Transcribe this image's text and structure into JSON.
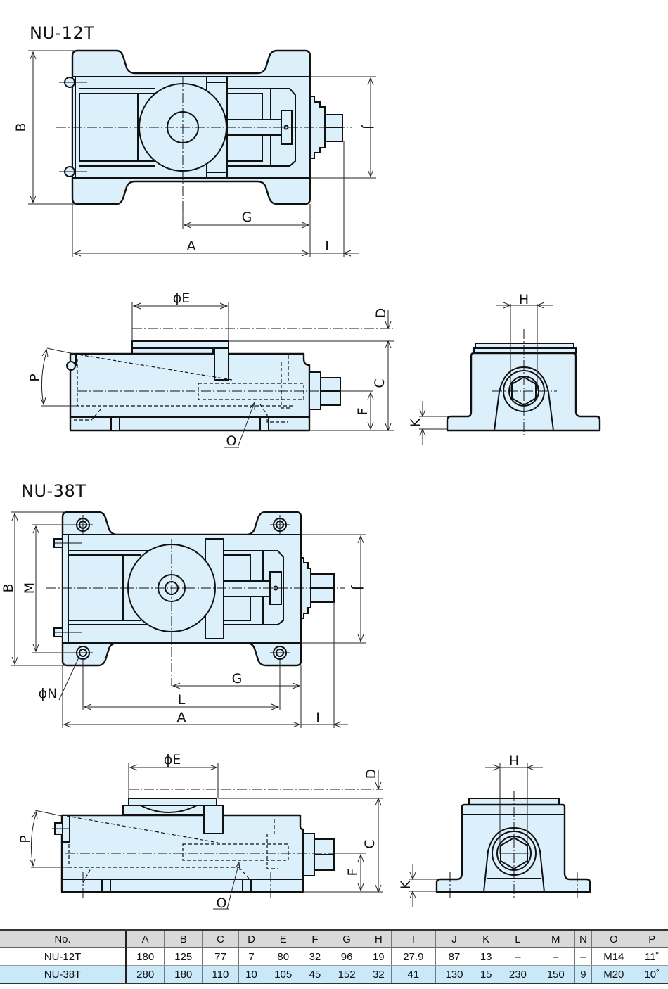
{
  "models": [
    {
      "title": "NU-12T",
      "top_view_labels": {
        "A": "A",
        "B": "B",
        "G": "G",
        "I": "I",
        "J": "J"
      },
      "side_view_labels": {
        "E": "ϕE",
        "D": "D",
        "C": "C",
        "F": "F",
        "P": "P",
        "O": "O"
      },
      "front_view_labels": {
        "H": "H",
        "K": "K"
      }
    },
    {
      "title": "NU-38T",
      "top_view_labels": {
        "A": "A",
        "B": "B",
        "G": "G",
        "I": "I",
        "J": "J",
        "L": "L",
        "M": "M",
        "N": "ϕN"
      },
      "side_view_labels": {
        "E": "ϕE",
        "D": "D",
        "C": "C",
        "F": "F",
        "P": "P",
        "O": "O"
      },
      "front_view_labels": {
        "H": "H",
        "K": "K"
      }
    }
  ],
  "colors": {
    "body_fill": "#dcf0fc",
    "table_highlight": "#c9e8f8",
    "table_header": "#d9d9d9"
  },
  "spec_table": {
    "headers": [
      "No.",
      "A",
      "B",
      "C",
      "D",
      "E",
      "F",
      "G",
      "H",
      "I",
      "J",
      "K",
      "L",
      "M",
      "N",
      "O",
      "P"
    ],
    "rows": [
      [
        "NU-12T",
        "180",
        "125",
        "77",
        "7",
        "80",
        "32",
        "96",
        "19",
        "27.9",
        "87",
        "13",
        "–",
        "–",
        "–",
        "M14",
        "11˚"
      ],
      [
        "NU-38T",
        "280",
        "180",
        "110",
        "10",
        "105",
        "45",
        "152",
        "32",
        "41",
        "130",
        "15",
        "230",
        "150",
        "9",
        "M20",
        "10˚"
      ]
    ]
  }
}
